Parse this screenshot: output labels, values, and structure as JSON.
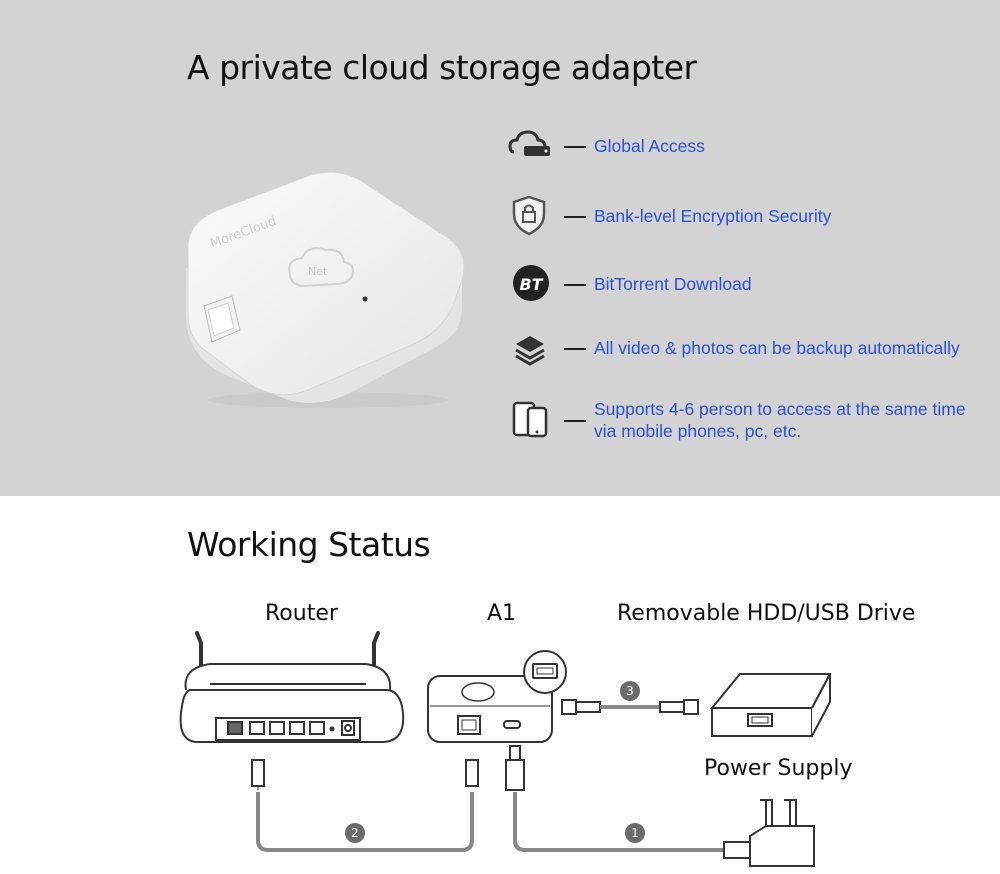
{
  "hero": {
    "title": "A private cloud storage adapter",
    "device_brand": "MoreCloud",
    "device_logo": "Net"
  },
  "features": [
    {
      "icon": "cloud-drive-icon",
      "label": "Global Access"
    },
    {
      "icon": "shield-lock-icon",
      "label": "Bank-level Encryption Security"
    },
    {
      "icon": "bittorrent-icon",
      "icon_text": "BT",
      "label": "BitTorrent Download"
    },
    {
      "icon": "layers-icon",
      "label": "All video & photos can be backup automatically"
    },
    {
      "icon": "mobile-devices-icon",
      "label_line1": "Supports 4-6 person to access at the same time",
      "label_line2": "via mobile phones, pc, etc."
    }
  ],
  "working": {
    "title": "Working Status",
    "labels": {
      "router": "Router",
      "a1": "A1",
      "hdd": "Removable HDD/USB Drive",
      "power": "Power Supply"
    },
    "steps": [
      "1",
      "2",
      "3"
    ]
  },
  "colors": {
    "top_background": "#d3d3d3",
    "feature_text": "#2a52d4",
    "step_bubble": "#6b6b6b"
  }
}
